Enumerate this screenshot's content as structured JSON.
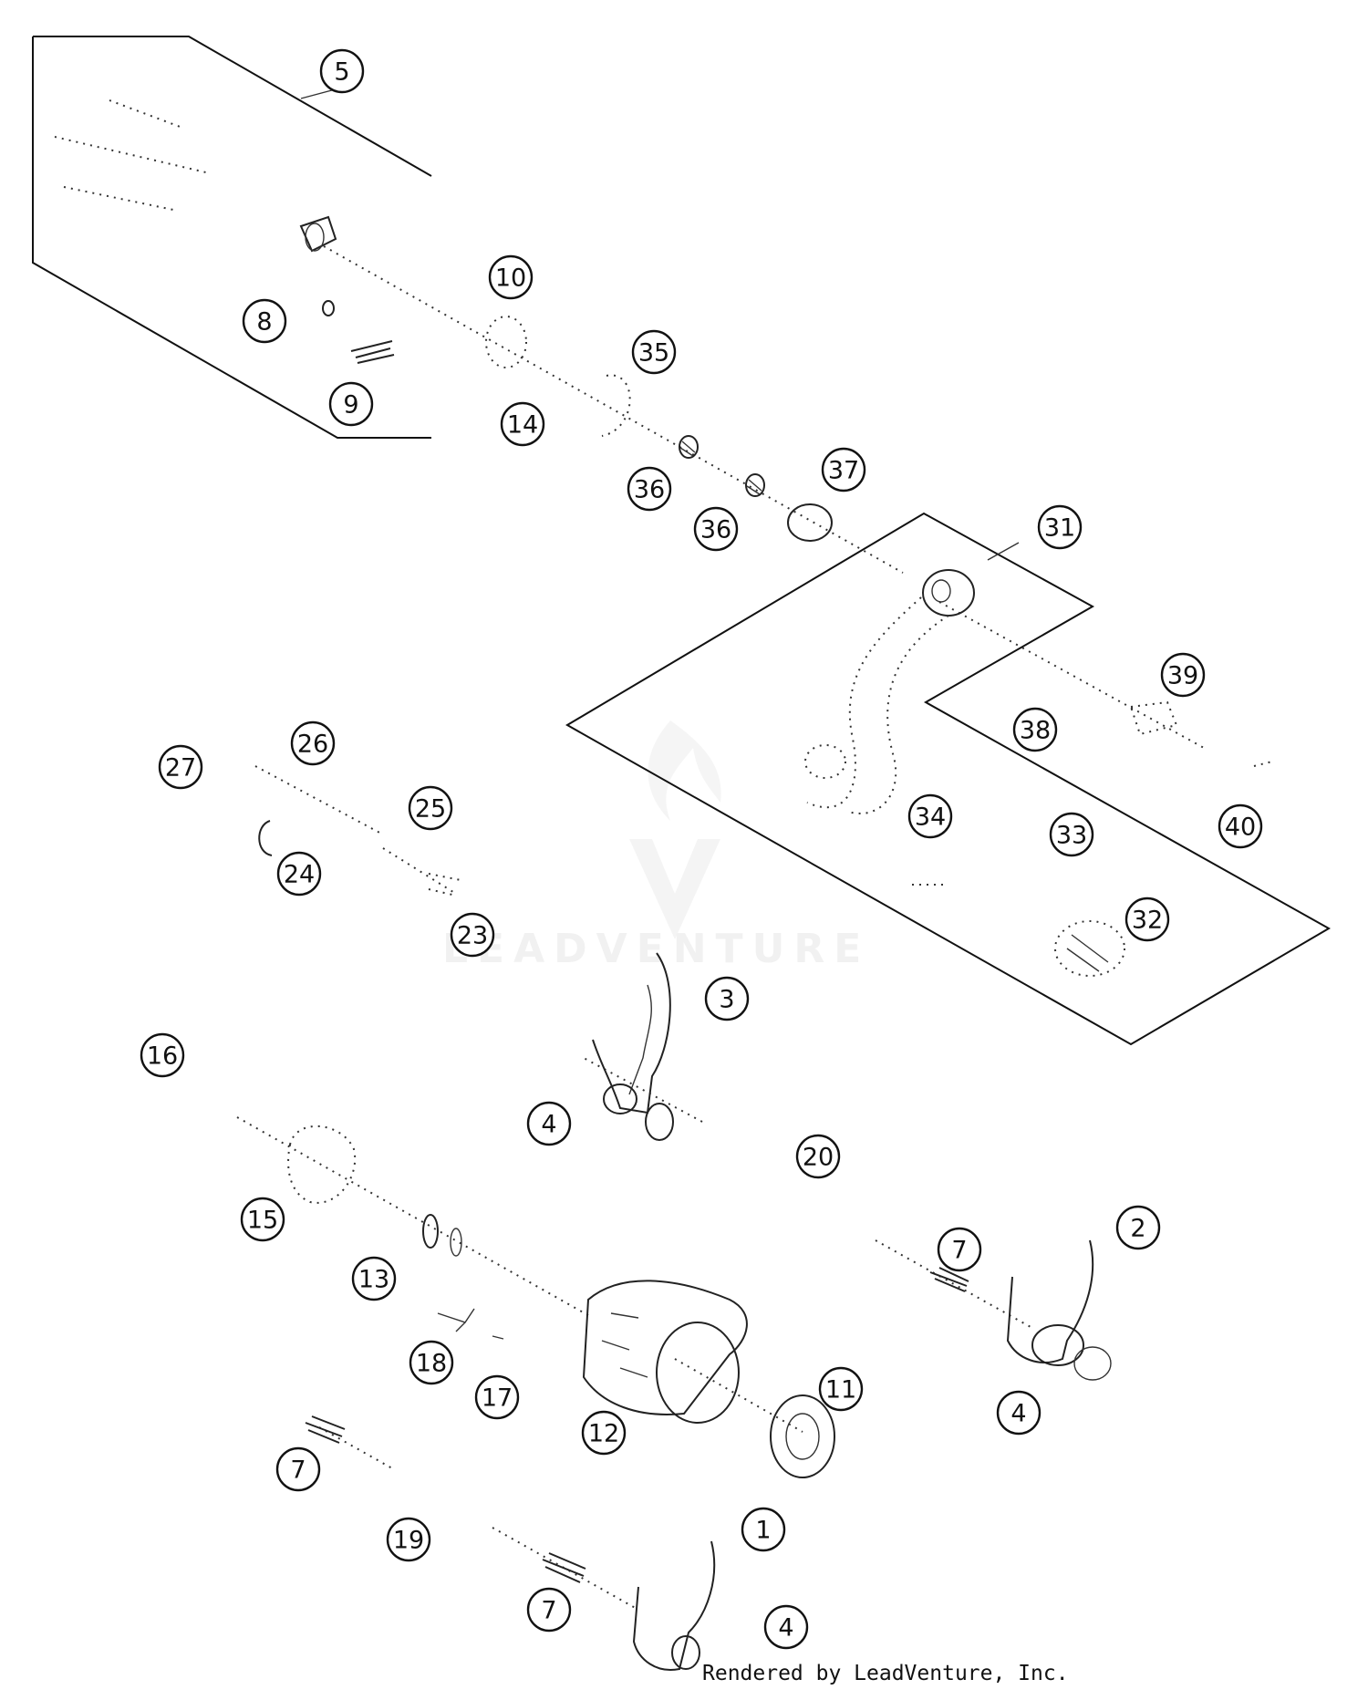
{
  "watermark": {
    "text": "LEADVENTURE"
  },
  "credit": "Rendered by LeadVenture, Inc.",
  "callouts": [
    "5",
    "10",
    "8",
    "35",
    "9",
    "14",
    "36",
    "36",
    "37",
    "31",
    "39",
    "38",
    "27",
    "26",
    "40",
    "25",
    "34",
    "33",
    "24",
    "23",
    "32",
    "3",
    "16",
    "4",
    "20",
    "2",
    "15",
    "7",
    "13",
    "18",
    "17",
    "11",
    "12",
    "4",
    "7",
    "1",
    "19",
    "7",
    "4"
  ]
}
